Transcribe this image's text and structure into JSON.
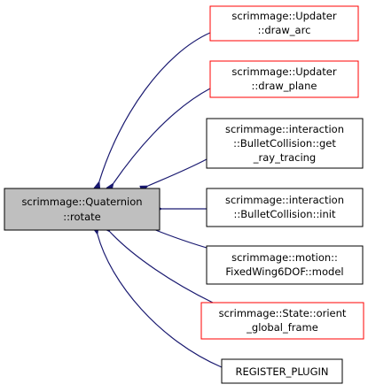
{
  "diagram": {
    "colors": {
      "edge": "#191970",
      "focus_fill": "#bfbfbf",
      "focus_border": "#000000",
      "border_red": "#ff0000",
      "border_black": "#000000",
      "node_fill": "#ffffff"
    },
    "focus": {
      "line1": "scrimmage::Quaternion",
      "line2": "::rotate"
    },
    "callers": [
      {
        "line1": "scrimmage::Updater",
        "line2": "::draw_arc",
        "border": "red"
      },
      {
        "line1": "scrimmage::Updater",
        "line2": "::draw_plane",
        "border": "red"
      },
      {
        "line1": "scrimmage::interaction",
        "line2": "::BulletCollision::get",
        "line3": "_ray_tracing",
        "border": "black"
      },
      {
        "line1": "scrimmage::interaction",
        "line2": "::BulletCollision::init",
        "border": "black"
      },
      {
        "line1": "scrimmage::motion::",
        "line2": "FixedWing6DOF::model",
        "border": "black"
      },
      {
        "line1": "scrimmage::State::orient",
        "line2": "_global_frame",
        "border": "red"
      },
      {
        "line1": "REGISTER_PLUGIN",
        "border": "black"
      }
    ]
  }
}
